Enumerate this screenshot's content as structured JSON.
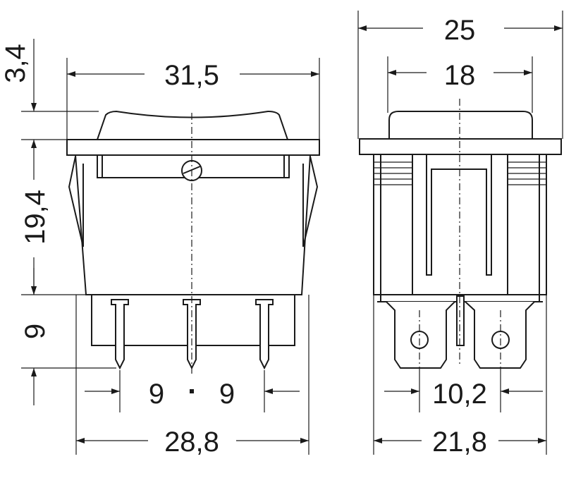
{
  "title": "Rocker switch dimensional drawing",
  "front_view": {
    "dims": {
      "rocker_height": "3,4",
      "flange_width": "31,5",
      "body_height": "19,4",
      "pin_length": "9",
      "pin_pitch_left": "9",
      "pin_pitch_right": "9",
      "body_width": "28,8"
    }
  },
  "side_view": {
    "dims": {
      "flange_depth": "25",
      "cap_depth": "18",
      "terminal_pitch": "10,2",
      "body_depth": "21,8"
    }
  }
}
